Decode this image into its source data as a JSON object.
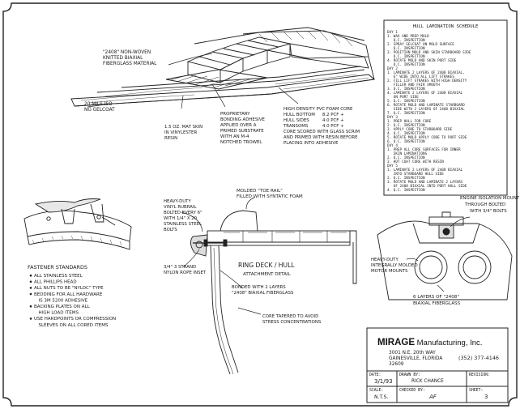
{
  "schedule": {
    "title": "HULL LAMINATION SCHEDULE",
    "lines": [
      "DAY 1",
      "1. WAX AND PREP MOLD",
      "   Q.C. INSPECTION",
      "2. SPRAY GELCOAT ON MOLD SURFACE",
      "   Q.C. INSPECTION",
      "3. POSITION MOLD AND SKIN STARBOARD SIDE",
      "   Q.C. INSPECTION",
      "4. ROTATE MOLD AND SKIN PORT SIDE",
      "   Q.C. INSPECTION",
      "DAY 2",
      "1. LAMINATE 2 LAYERS OF 2408 BIAXIAL,",
      "   6\" WIDE INTO ALL LIFT STRAKES",
      "2. FILL LIFT STRAKES WITH HIGH DENSITY",
      "   FILLER AND FAIR SMOOTH",
      "3. Q.C. INSPECTION",
      "4. LAMINATE 2 LAYERS OF 2408 BIAXIAL",
      "   ON PORT SIDE",
      "5. Q.C. INSPECTION",
      "6. ROTATE MOLD AND LAMINATE STARBOARD",
      "   SIDE WITH 2 LAYERS OF 2408 BIAXIAL",
      "7. Q.C. INSPECTION",
      "DAY 3",
      "1. PREP HULL FOR CORE",
      "2. Q.C. INSPECTION",
      "3. APPLY CORE TO STARBOARD SIDE",
      "4. Q.C. INSPECTION",
      "5. ROTATE MOLD APPLY CORE TO PORT SIDE",
      "6. Q.C. INSPECTION",
      "DAY 4",
      "1. PREP ALL CORE SURFACES FOR INNER",
      "   SKIN LAMINATIONS",
      "2. Q.C. INSPECTION",
      "3. HOT COAT CORE WITH RESIN",
      "DAY 5",
      "1. LAMINATE 2 LAYERS OF 2408 BIAXIAL",
      "   INTO STARBOARD HULL SIDE",
      "2. Q.C. INSPECTION",
      "3. ROTATE MOLD AND LAMINATE 2 LAYERS",
      "   OF 2408 BIAXIAL INTO PORT HULL SIDE",
      "4. Q.C. INSPECTION"
    ]
  },
  "callouts": {
    "fabric": [
      "\"2408\" NON-WOVEN",
      "KNITTED BIAXIAL",
      "FIBERGLASS MATERIAL"
    ],
    "gelcoat": [
      "20 MILS ISO",
      "NG GELCOAT"
    ],
    "csm": [
      "1.5 OZ. MAT SKIN",
      "IN VINYLESTER",
      "RESIN"
    ],
    "adhesive": [
      "PROPRIETARY",
      "BONDING ADHESIVE",
      "APPLIED OVER A",
      "PRIMED SUBSTRATE",
      "WITH AN M-4",
      "NOTCHED TROWEL"
    ],
    "core_title": "HIGH DENSITY PVC FOAM CORE",
    "core_rows": [
      [
        "HULL BOTTOM",
        "8.2 PCF +"
      ],
      [
        "HULL SIDES",
        "4.0 PCF +"
      ],
      [
        "TRANSOMS",
        "4.0 PCF +"
      ]
    ],
    "core_note": [
      "CORE SCORED WITH GLASS SCRIM",
      "AND PRIMED WITH RESIN BEFORE",
      "PLACING INTO ADHESIVE"
    ],
    "molded_rail": [
      "MOLDED \"TOE RAIL\"",
      "FILLED WITH SYNTATIC FOAM"
    ],
    "rubrail": [
      "HEAVY-DUTY",
      "VINYL RUBRAIL",
      "BOLTED EVERY 6\"",
      "WITH 1/4\" X 20",
      "STAINLESS STEEL",
      "BOLTS"
    ],
    "rope": [
      "3/4\" 3 STRAND",
      "NYLON ROPE INSET"
    ],
    "ring_title": "RING DECK / HULL",
    "ring_sub": "ATTACHMENT DETAIL",
    "bonded": [
      "BONDED WITH 2 LAYERS",
      "\"2408\" BIAXIAL FIBERGLASS"
    ],
    "tapered": [
      "CORE TAPERED TO AVOID",
      "STRESS CONCENTRATIONS"
    ],
    "engine": [
      "ENGINE ISOLATION MOUNT",
      "THROUGH BOLTED",
      "WITH 3/4\" BOLTS"
    ],
    "motor": [
      "HEAVY-DUTY",
      "INTEGRALLY MOLDED",
      "MOTOR MOUNTS"
    ],
    "layers": [
      "6 LAYERS OF \"2408\"",
      "BIAXIAL FIBERGLASS"
    ]
  },
  "fasteners": {
    "title": "FASTENER STANDARDS",
    "items": [
      "ALL STAINLESS STEEL",
      "ALL PHILLIPS HEAD",
      "ALL NUTS TO BE \"NYLOC\" TYPE",
      "BEDDING FOR ALL HARDWARE",
      "  IS 3M 5200 ADHESIVE",
      "BACKING PLATES ON ALL",
      "  HIGH LOAD ITEMS",
      "USE HARDPOINTS OR COMPRESSION",
      "  SLEEVES ON ALL CORED ITEMS"
    ]
  },
  "title_block": {
    "company_bold": "MIRAGE",
    "company_rest": " Manufacturing, Inc.",
    "address": [
      "3001 N.E. 20th WAY",
      "GAINESVILLE, FLORIDA",
      "32609"
    ],
    "phone": "(352) 377-4146",
    "date_label": "DATE:",
    "date_value": "3/1/93",
    "drawn_label": "DRAWN BY:",
    "drawn_value": "RICK CHANCE",
    "revision_label": "REVISION:",
    "scale_label": "SCALE:",
    "scale_value": "N.T.S.",
    "checked_label": "CHECKED BY:",
    "checked_value": "AF",
    "sheet_label": "SHEET:",
    "sheet_value": "3"
  }
}
